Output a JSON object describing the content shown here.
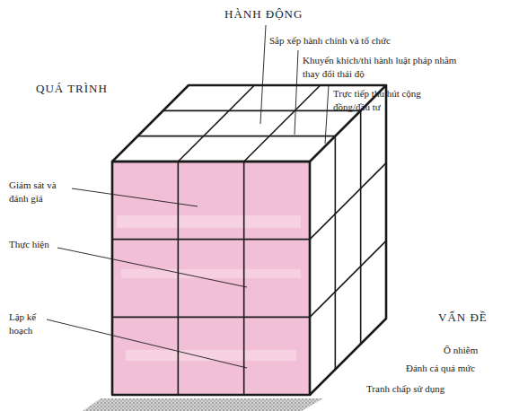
{
  "diagram": {
    "labels": [
      "HÀNH ĐỘNG",
      "Sắp xếp hành chính và tổ chức",
      "Khuyến khích/thi hành luật pháp nhằm thay đổi thái độ",
      "Trực tiếp thu hút cộng đồng/đầu tư",
      "QUÁ TRÌNH",
      "Giám sát và đánh giá",
      "Thực hiện",
      "Lập kế hoạch",
      "VẤN ĐỀ",
      "Ô nhiễm",
      "Đánh cá quá mức",
      "Tranh chấp sử dụng"
    ]
  }
}
